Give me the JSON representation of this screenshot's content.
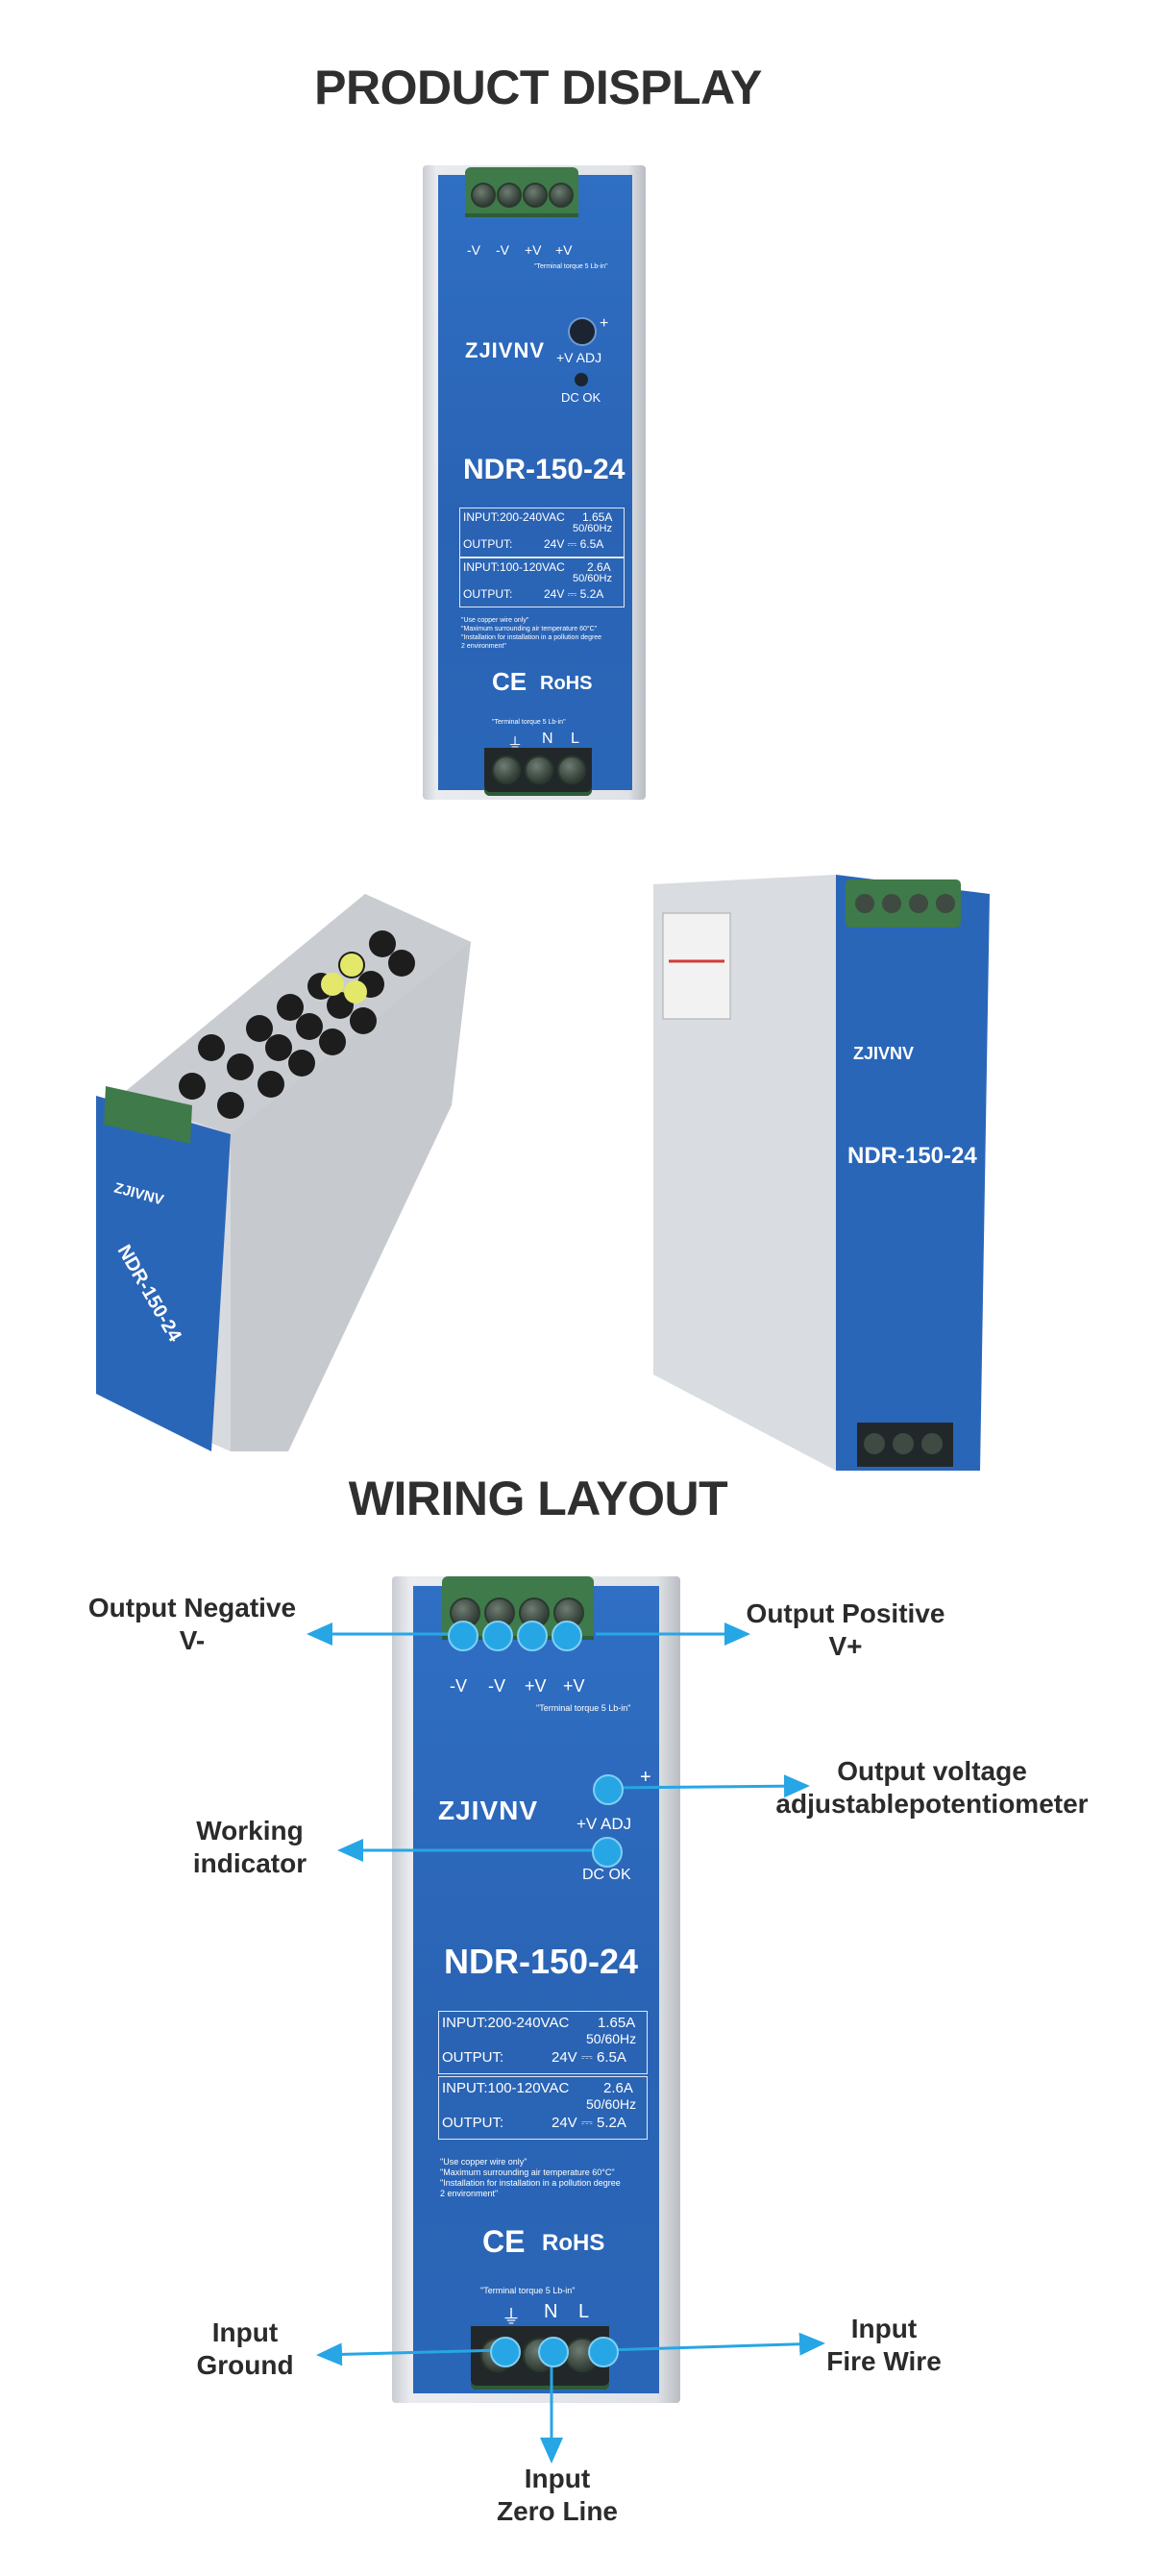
{
  "headings": {
    "product_display": "PRODUCT DISPLAY",
    "wiring_layout": "WIRING LAYOUT"
  },
  "product": {
    "brand": "ZJIVNV",
    "model": "NDR-150-24",
    "output_terminals": [
      "-V",
      "-V",
      "+V",
      "+V"
    ],
    "input_terminals": [
      "⏚",
      "N",
      "L"
    ],
    "terminal_torque_top": "\"Terminal torque 5 Lb-in\"",
    "terminal_torque_bottom": "\"Terminal torque 5 Lb-in\"",
    "adj_label": "+V ADJ",
    "dc_ok_label": "DC OK",
    "plus_sign": "+",
    "spec_rows": [
      {
        "left": "INPUT:200-240VAC",
        "right": "1.65A"
      },
      {
        "left": "",
        "right": "50/60Hz"
      },
      {
        "left": "OUTPUT:",
        "right": "24V ⎓ 6.5A"
      },
      {
        "left": "INPUT:100-120VAC",
        "right": "2.6A"
      },
      {
        "left": "",
        "right": "50/60Hz"
      },
      {
        "left": "OUTPUT:",
        "right": "24V ⎓ 5.2A"
      }
    ],
    "notes": [
      "\"Use copper wire only\"",
      "\"Maximum surrounding air temperature 60°C\"",
      "\"Installation for installation in a pollution degree",
      "2 environment\""
    ],
    "certifications": {
      "ce": "CE",
      "rohs": "RoHS"
    },
    "colors": {
      "panel": "#2a66b8",
      "terminal": "#3f7a4a",
      "housing": "#dfe2e6",
      "annotation_dot": "#27a6e5",
      "annotation_line": "#27a6e5"
    }
  },
  "annotations": {
    "output_negative": "Output Negative\nV-",
    "output_positive": "Output Positive\nV+",
    "output_voltage": "Output voltage\nadjustablepotentiometer",
    "working_indicator": "Working\nindicator",
    "input_ground": "Input\nGround",
    "input_fire": "Input\nFire Wire",
    "input_zero": "Input\nZero Line"
  }
}
